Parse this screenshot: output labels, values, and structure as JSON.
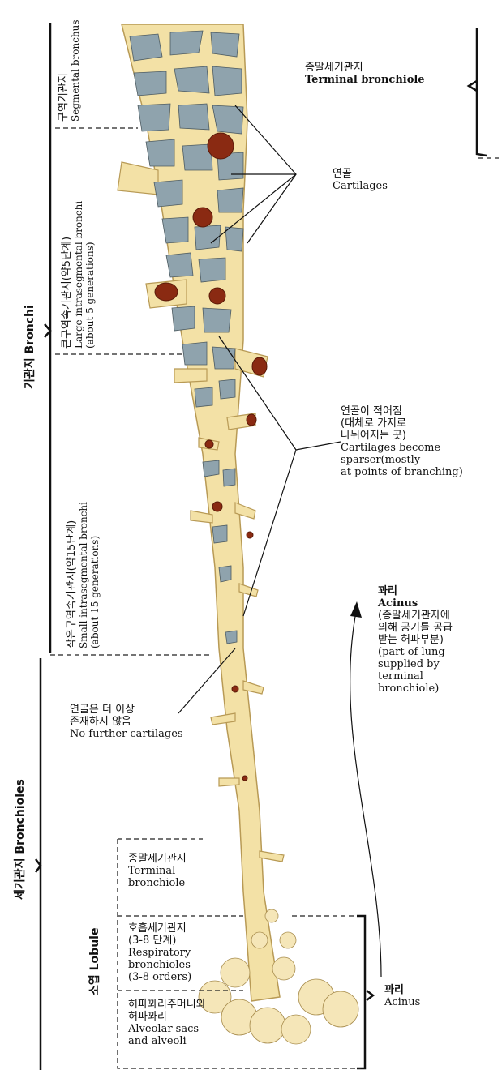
{
  "labels": {
    "terminal_top": {
      "ko": "종말세기관지",
      "en": "Terminal bronchiole"
    },
    "cartilages": {
      "ko": "연골",
      "en": "Cartilages"
    },
    "sparser": {
      "ko1": "연골이 적어짐",
      "ko2": "(대체로 가지로",
      "ko3": "나뉘어지는 곳)",
      "en1": "Cartilages become",
      "en2": "sparser(mostly",
      "en3": "at points of branching)"
    },
    "acinus_note": {
      "ko_title": "꽈리",
      "en_title": "Acinus",
      "ko1": "(종말세기관자에",
      "ko2": "의해 공기를 공급",
      "ko3": "받는 허파부분)",
      "en1": "(part of lung",
      "en2": "supplied by",
      "en3": "terminal",
      "en4": "bronchiole)"
    },
    "no_further": {
      "ko1": "연골은 더 이상",
      "ko2": "존재하지 않음",
      "en": "No further cartilages"
    },
    "terminal_low": {
      "ko": "종말세기관지",
      "en1": "Terminal",
      "en2": "bronchiole"
    },
    "respiratory": {
      "ko1": "호흡세기관지",
      "ko2": "(3-8 단계)",
      "en1": "Respiratory",
      "en2": "bronchioles",
      "en3": "(3-8 orders)"
    },
    "alveolar": {
      "ko1": "허파꽈리주머니와",
      "ko2": "허파꽈리",
      "en1": "Alveolar sacs",
      "en2": "and alveoli"
    },
    "acinus_bottom": {
      "ko": "꽈리",
      "en": "Acinus"
    }
  },
  "side": {
    "segmental": {
      "ko": "구역기관지",
      "en": "Segmental bronchus"
    },
    "large": {
      "ko": "큰구역속기관지(약5단계)",
      "en1": "Large intrasegmental bronchi",
      "en2": "(about 5 generations)"
    },
    "small": {
      "ko": "작은구역속기관지(약15단계)",
      "en1": "Small intrasegmental bronchi",
      "en2": "(about 15 generations)"
    },
    "bronchi": "기관지 Bronchi",
    "bronchioles": "세기관지  Bronchioles",
    "lobule": "소엽  Lobule"
  },
  "colors": {
    "cartilage": "#8fa3ad",
    "airway": "#f3e1a6",
    "lumen": "#8a2a12"
  }
}
